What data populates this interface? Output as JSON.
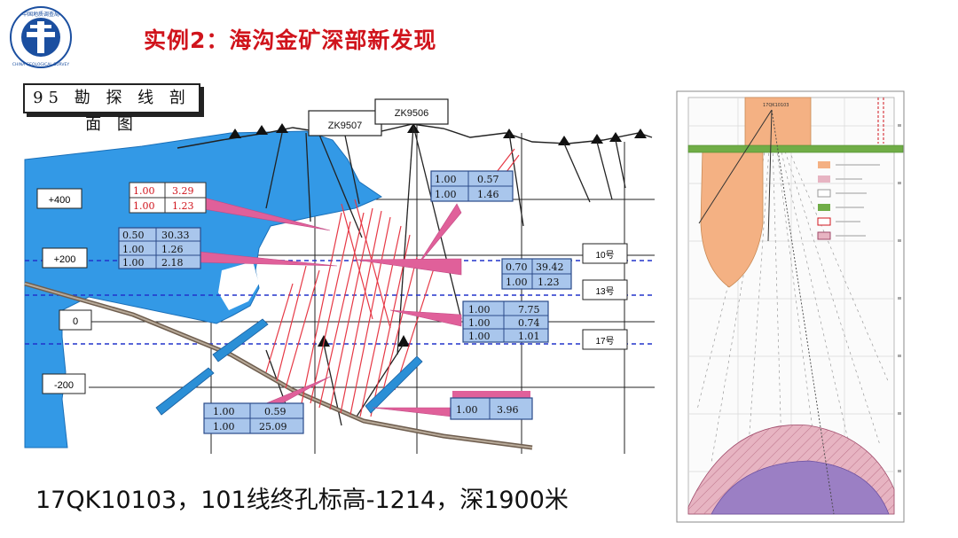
{
  "slide": {
    "title": "实例2：海沟金矿深部新发现",
    "section_title": "95 勘 探 线 剖 面 图",
    "caption": "17QK10103，101线终孔标高-1214，深1900米"
  },
  "logo": {
    "text_top": "中国地质调查局",
    "text_bottom": "CHINA GEOLOGICAL SURVEY",
    "color": "#1b4fa0"
  },
  "section": {
    "boreholes": [
      "ZK9507",
      "ZK9506"
    ],
    "elevations": [
      "+400",
      "+200",
      "0",
      "-200"
    ],
    "level_tags": [
      "10号",
      "13号",
      "17号"
    ],
    "assays": [
      {
        "rows": [
          [
            "1.00",
            "3.29"
          ],
          [
            "1.00",
            "1.23"
          ]
        ],
        "style": "light"
      },
      {
        "rows": [
          [
            "0.50",
            "30.33"
          ],
          [
            "1.00",
            "1.26"
          ],
          [
            "1.00",
            "2.18"
          ]
        ],
        "style": "blue"
      },
      {
        "rows": [
          [
            "1.00",
            "0.57"
          ],
          [
            "1.00",
            "1.46"
          ]
        ],
        "style": "blue"
      },
      {
        "rows": [
          [
            "0.70",
            "39.42"
          ],
          [
            "1.00",
            "1.23"
          ]
        ],
        "style": "blue"
      },
      {
        "rows": [
          [
            "1.00",
            "7.75"
          ],
          [
            "1.00",
            "0.74"
          ],
          [
            "1.00",
            "1.01"
          ]
        ],
        "style": "blue"
      },
      {
        "rows": [
          [
            "1.00",
            "0.59"
          ],
          [
            "1.00",
            "25.09"
          ]
        ],
        "style": "blue"
      },
      {
        "rows": [
          [
            "1.00",
            "3.96"
          ]
        ],
        "style": "blue"
      }
    ],
    "colors": {
      "granite": "#3399e6",
      "vein": "#e63946",
      "ore": "#e0609a",
      "fault": "#8a7a6a",
      "dyke": "#2b8fd6",
      "level": "#2233cc"
    }
  },
  "borehole_panel": {
    "hole_label": "17QK10103",
    "colors": {
      "intrusion": "#f4b183",
      "ore_zone": "#e7b4c2",
      "deep_body": "#9b7fc4",
      "green_band": "#70ad47"
    }
  }
}
